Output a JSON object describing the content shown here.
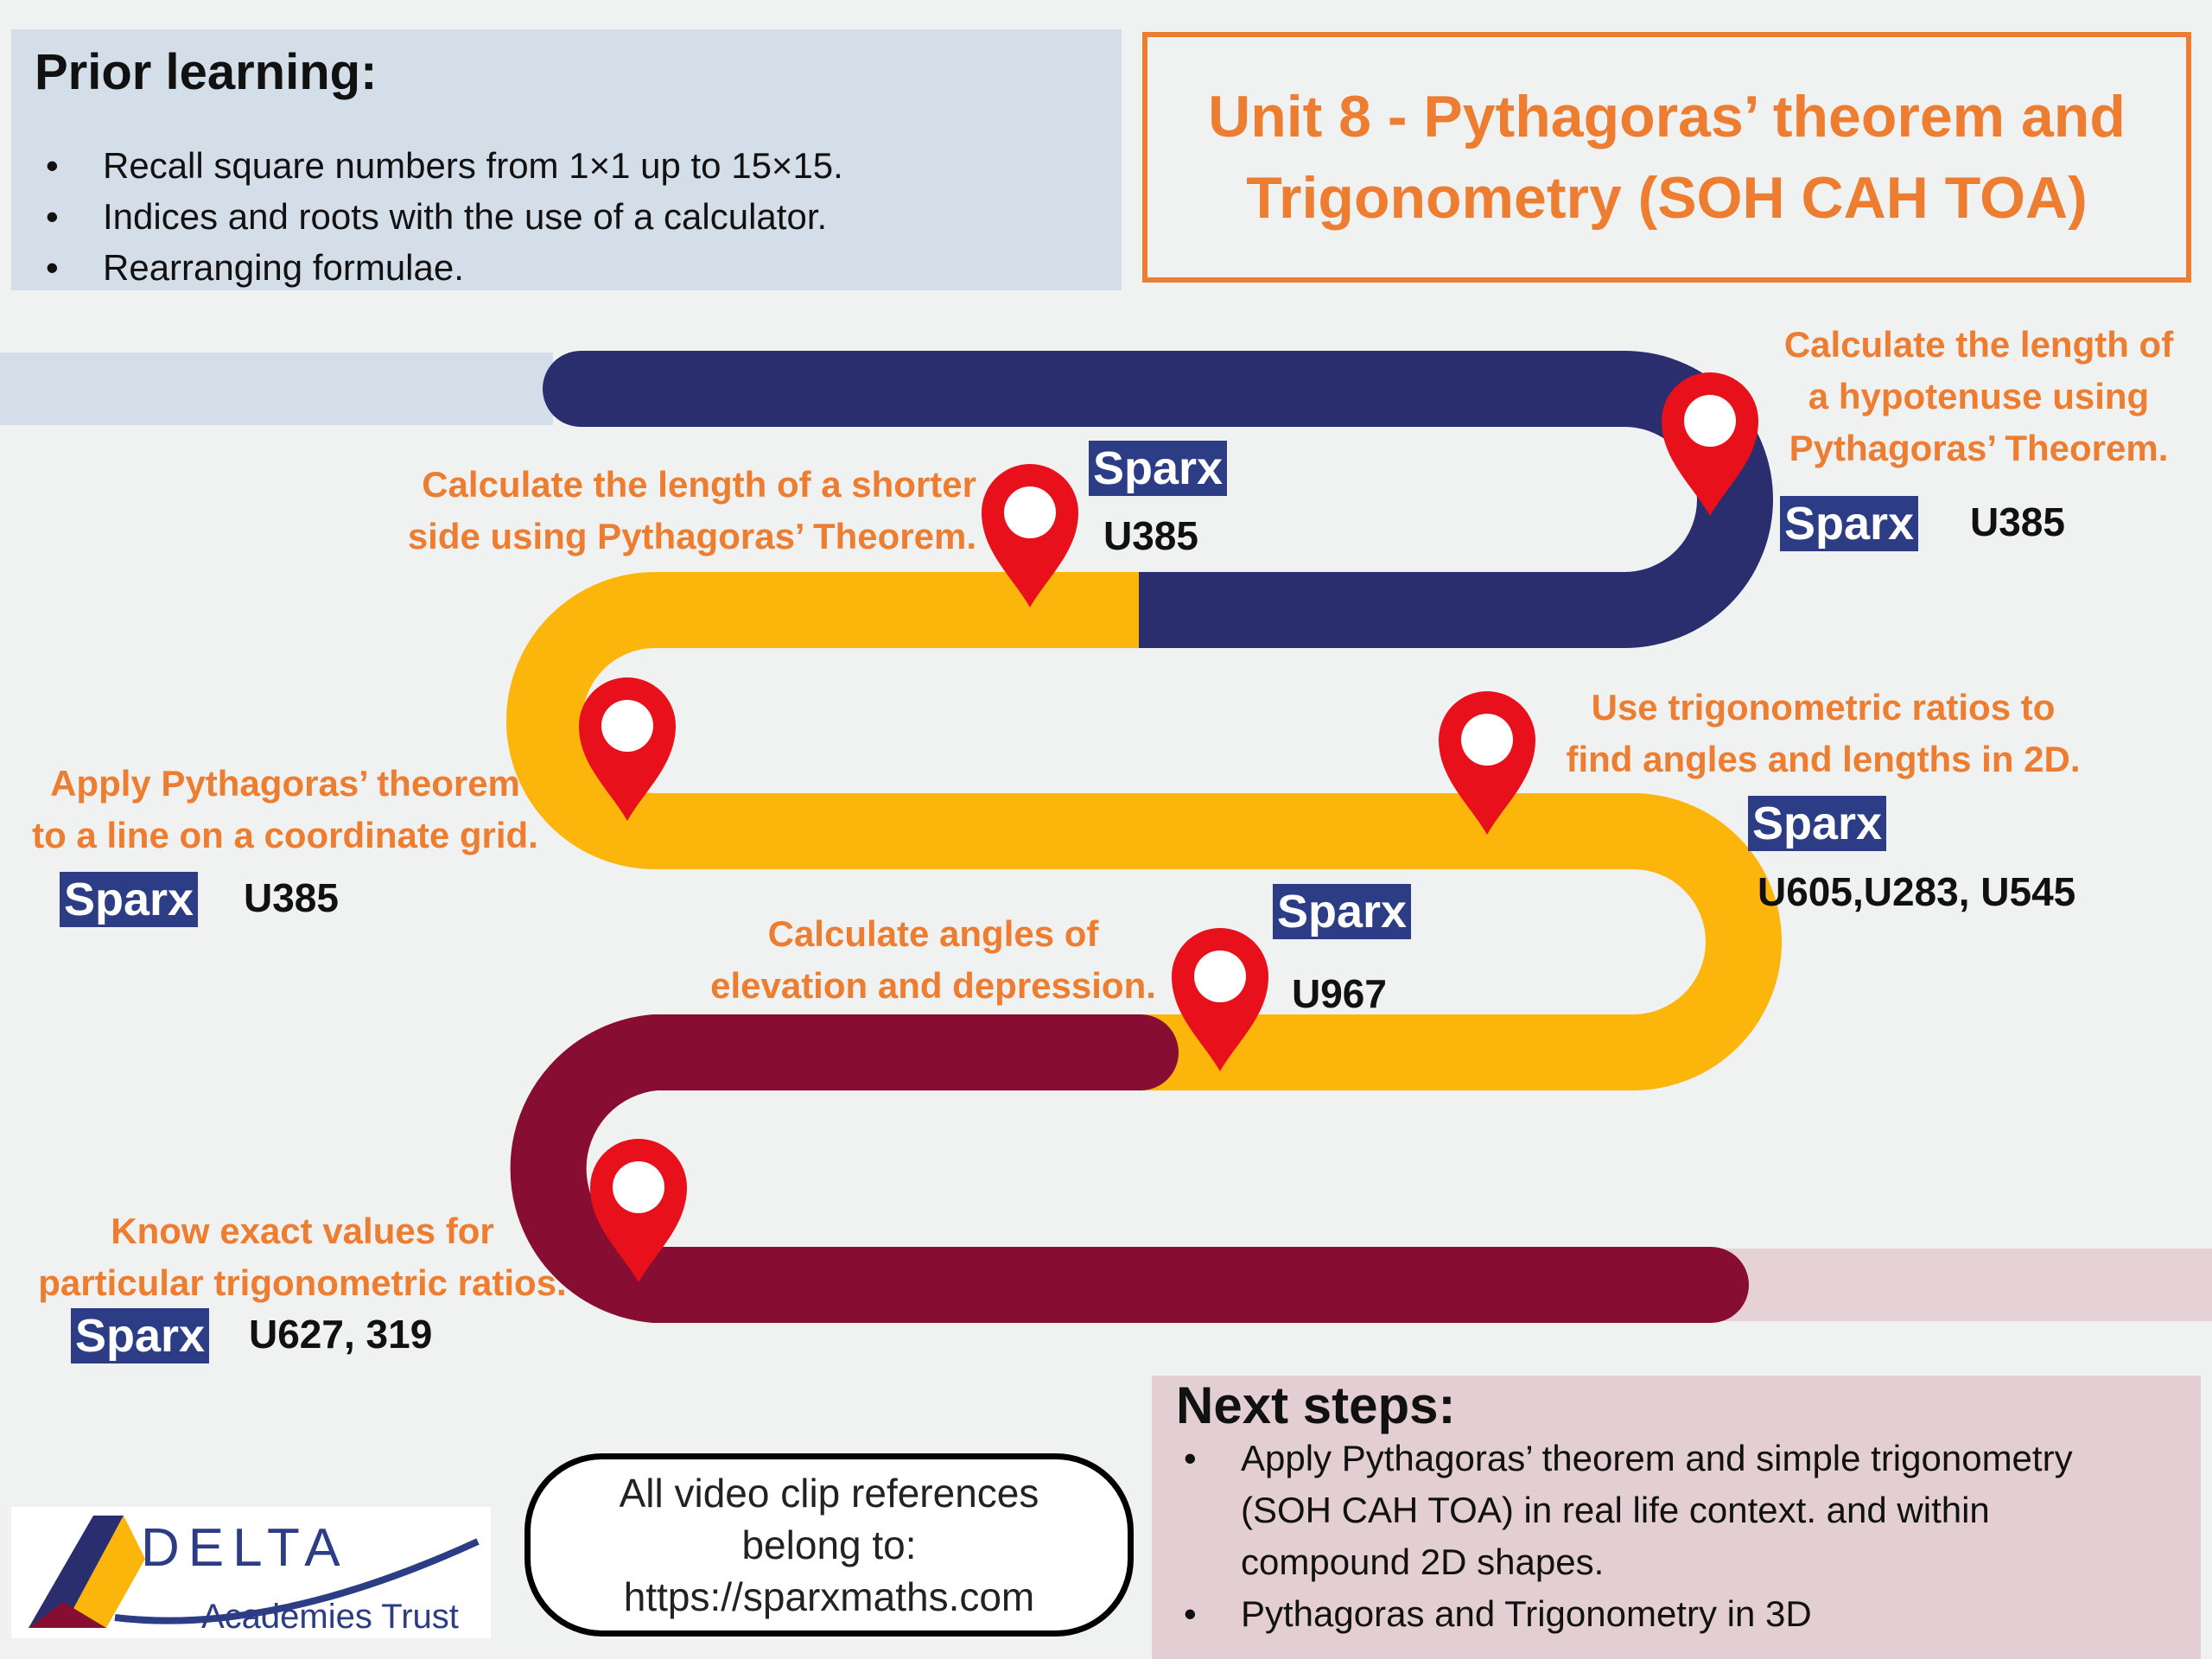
{
  "prior": {
    "heading": "Prior learning:",
    "items": [
      "Recall square numbers from 1×1 up to 15×15.",
      "Indices and roots with the use of a calculator.",
      "Rearranging formulae."
    ]
  },
  "title": {
    "line1": "Unit 8 - Pythagoras’ theorem and",
    "line2": "Trigonometry (SOH CAH TOA)"
  },
  "steps": [
    {
      "line1": "Calculate the length of",
      "line2": "a hypotenuse using",
      "line3": "Pythagoras’ Theorem.",
      "sparx": "Sparx",
      "code": "U385"
    },
    {
      "line1": "Calculate the length of a shorter",
      "line2": "side using Pythagoras’ Theorem.",
      "sparx": "Sparx",
      "code": "U385"
    },
    {
      "line1": "Apply Pythagoras’ theorem",
      "line2": "to a line on a coordinate grid.",
      "sparx": "Sparx",
      "code": "U385"
    },
    {
      "line1": "Use trigonometric ratios to",
      "line2": "find angles and lengths in 2D.",
      "sparx": "Sparx",
      "code": "U605,U283, U545"
    },
    {
      "line1": "Calculate angles of",
      "line2": "elevation and depression.",
      "sparx": "Sparx",
      "code": "U967"
    },
    {
      "line1": "Know exact values for",
      "line2": "particular trigonometric ratios.",
      "sparx": "Sparx",
      "code": "U627, 319"
    }
  ],
  "next": {
    "heading": "Next steps:",
    "items": [
      "Apply Pythagoras’ theorem and simple trigonometry (SOH CAH TOA) in real life context. and within compound 2D shapes.",
      "Pythagoras and Trigonometry in 3D"
    ]
  },
  "video": {
    "line1": "All video clip references",
    "line2": "belong to:",
    "line3": "https://sparxmaths.com"
  },
  "logo": {
    "word": "DELTA",
    "subtitle": "Academies Trust"
  },
  "colors": {
    "navy": "#2a2d6e",
    "yellow": "#fbb50b",
    "maroon": "#880d32",
    "orange": "#ed7d31",
    "pin": "#e8101b",
    "sparx": "#2c3c85"
  }
}
